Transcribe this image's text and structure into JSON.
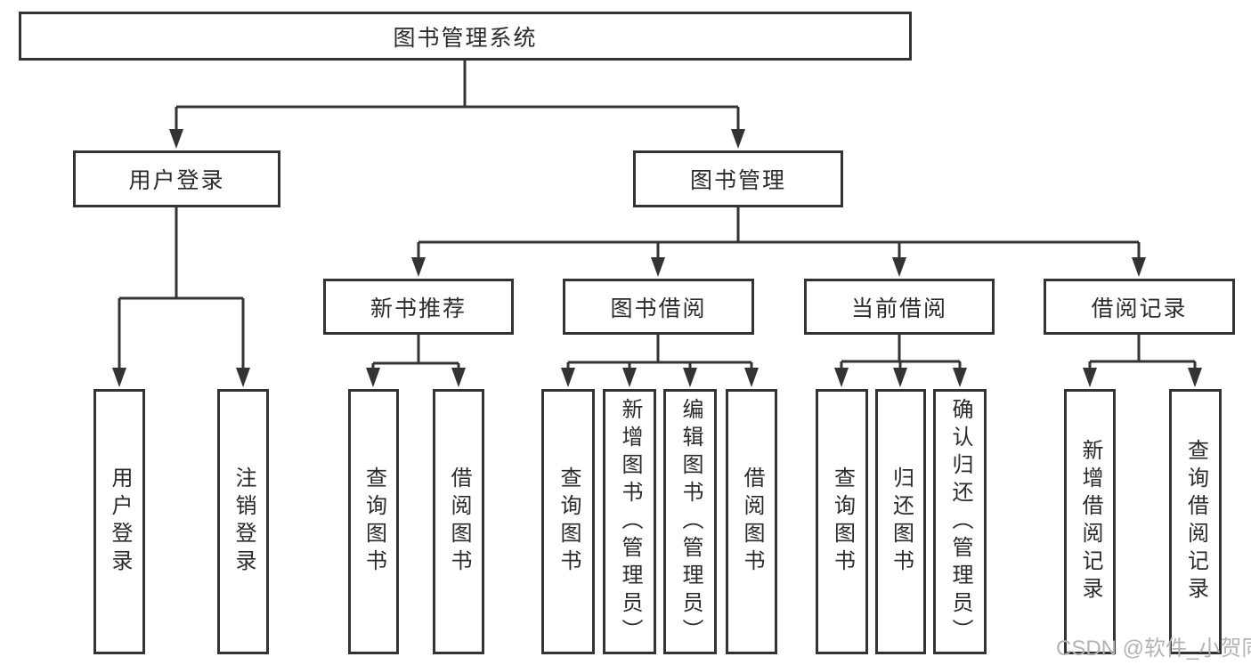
{
  "diagram": {
    "root": {
      "label": "图书管理系统"
    },
    "branches": [
      {
        "label": "用户登录",
        "children": [
          {
            "label": "用户登录"
          },
          {
            "label": "注销登录"
          }
        ]
      },
      {
        "label": "图书管理",
        "children": [
          {
            "label": "新书推荐",
            "children": [
              {
                "label": "查询图书"
              },
              {
                "label": "借阅图书"
              }
            ]
          },
          {
            "label": "图书借阅",
            "children": [
              {
                "label": "查询图书"
              },
              {
                "label": "新增图书（管理员）"
              },
              {
                "label": "编辑图书（管理员）"
              },
              {
                "label": "借阅图书"
              }
            ]
          },
          {
            "label": "当前借阅",
            "children": [
              {
                "label": "查询图书"
              },
              {
                "label": "归还图书"
              },
              {
                "label": "确认归还（管理员）"
              }
            ]
          },
          {
            "label": "借阅记录",
            "children": [
              {
                "label": "新增借阅记录"
              },
              {
                "label": "查询借阅记录"
              }
            ]
          }
        ]
      }
    ]
  },
  "watermark": {
    "text": "CSDN @软件_小贺同学"
  },
  "colors": {
    "line": "#333333",
    "text": "#2b2b2b",
    "watermark": "#b3b3b3",
    "background": "#ffffff"
  }
}
